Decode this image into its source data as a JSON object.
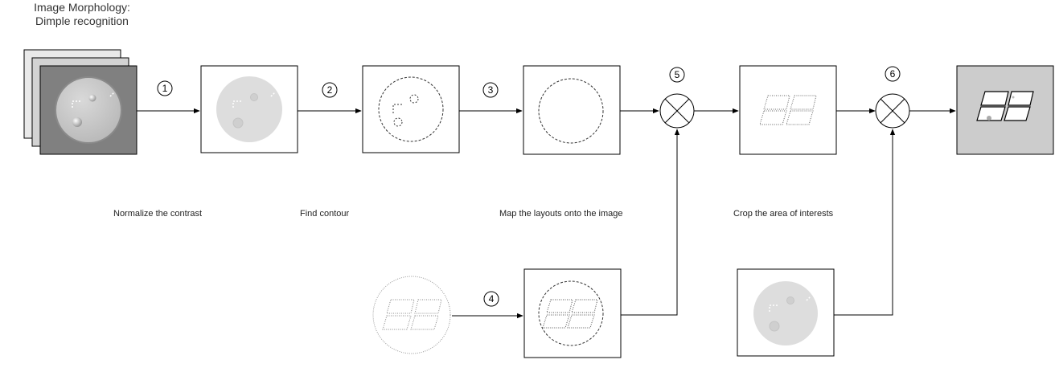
{
  "title": {
    "line1": "Image Morphology:",
    "line2": "Dimple recognition"
  },
  "captions": {
    "normalize": "Normalize the contrast",
    "contour": "Find contour",
    "map": "Map the layouts onto the image",
    "crop": "Crop the area of interests"
  },
  "steps": [
    "1",
    "2",
    "3",
    "4",
    "5",
    "6"
  ],
  "colors": {
    "stack_back": "#e9e9e9",
    "stack_mid": "#d3d3d3",
    "stack_front": "#808080",
    "output_bg": "#cccccc",
    "disc": "#d0d0d0",
    "disc_light": "#e6e6e6",
    "line": "#000000"
  }
}
